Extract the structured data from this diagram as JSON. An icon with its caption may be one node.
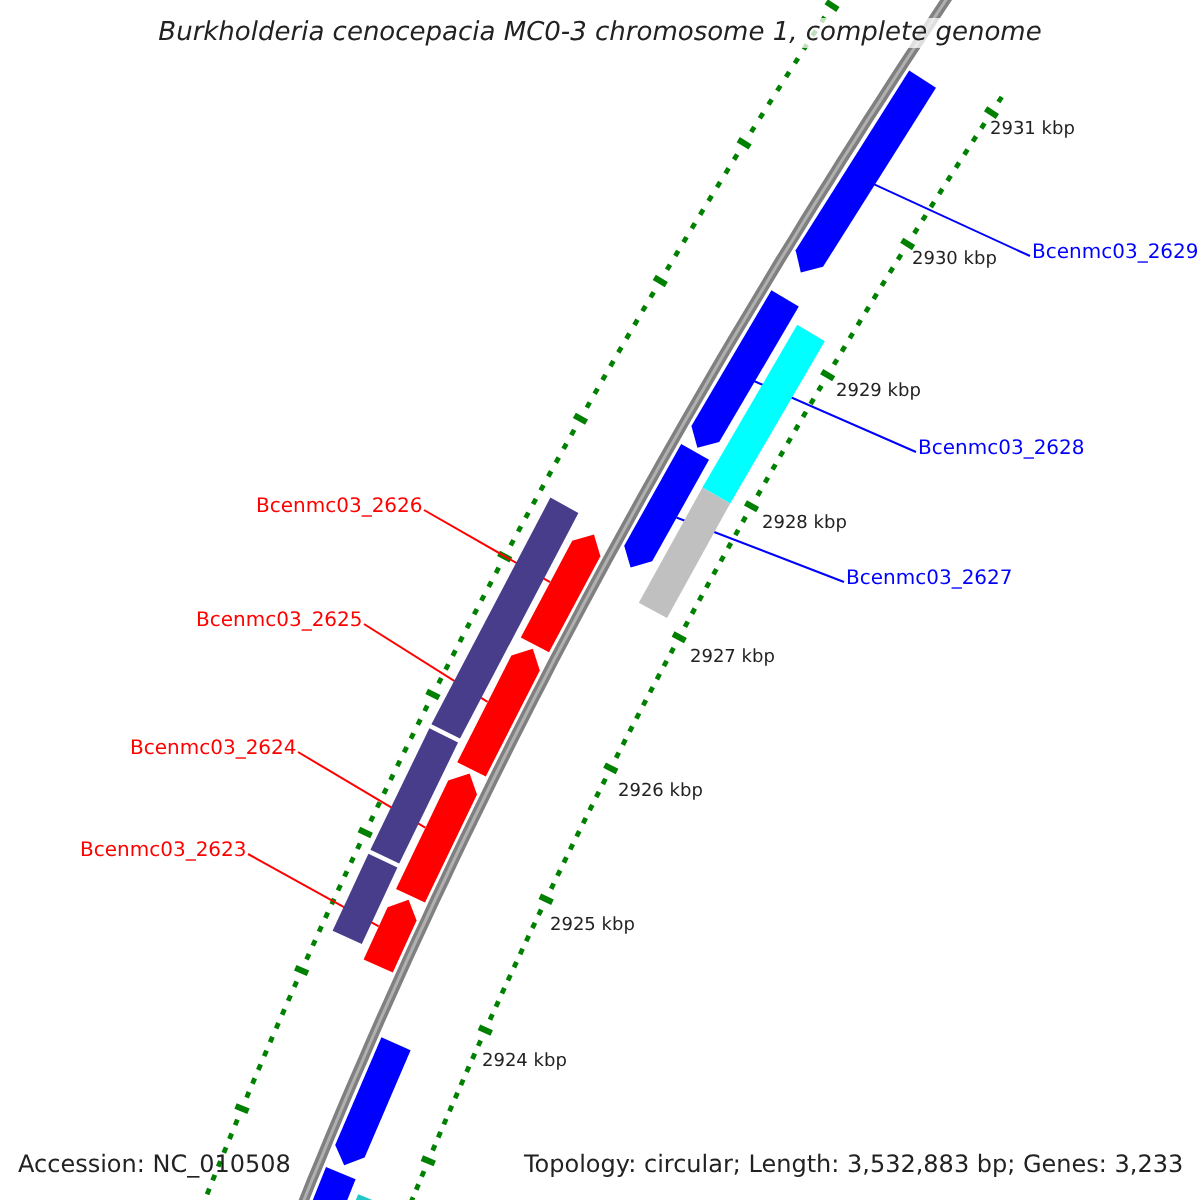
{
  "diagram": {
    "title": "Burkholderia cenocepacia MC0-3 chromosome 1, complete genome",
    "nodes": [
      {
        "text": [
          "Bcenmc03_2629"
        ]
      },
      {
        "text": [
          "Bcenmc03_2628"
        ]
      },
      {
        "text": [
          "Bcenmc03_2626"
        ]
      },
      {
        "text": [
          "Bcenmc03_2627"
        ]
      },
      {
        "text": [
          "Bcenmc03_2625"
        ]
      },
      {
        "text": [
          "Bcenmc03_2624"
        ]
      },
      {
        "text": [
          "Bcenmc03_2623"
        ]
      },
      {
        "text": [],
        "shape": "bar"
      },
      {
        "text": [],
        "shape": "bar"
      },
      {
        "text": [],
        "shape": "bar"
      },
      {
        "text": [],
        "shape": "bar"
      },
      {
        "text": [],
        "shape": "bar"
      },
      {
        "text": [],
        "shape": "bar"
      },
      {
        "text": [],
        "shape": "bar"
      },
      {
        "text": [],
        "shape": "bar"
      },
      {
        "text": [],
        "shape": "bar"
      },
      {
        "text": [],
        "shape": "bar"
      },
      {
        "text": [],
        "shape": "bar"
      },
      {
        "text": [],
        "shape": "bar"
      },
      {
        "text": [],
        "shape": "bar"
      },
      {
        "text": [],
        "shape": "bar"
      },
      {
        "text": [],
        "shape": "bar"
      }
    ],
    "edges": [
      {
        "from": 0,
        "to": 7,
        "arrow": "none",
        "color": "#0000ff"
      },
      {
        "from": 1,
        "to": 8,
        "arrow": "none",
        "color": "#0000ff"
      },
      {
        "from": 2,
        "to": 10,
        "arrow": "none",
        "color": "#ff0000"
      },
      {
        "from": 3,
        "to": 9,
        "arrow": "none",
        "color": "#0000ff"
      },
      {
        "from": 4,
        "to": 11,
        "arrow": "none",
        "color": "#ff0000"
      },
      {
        "from": 5,
        "to": 12,
        "arrow": "none",
        "color": "#ff0000"
      },
      {
        "from": 6,
        "to": 13,
        "arrow": "none",
        "color": "#ff0000"
      }
    ],
    "labels": [
      "2931 kbp",
      "2930 kbp",
      "2929 kbp",
      "2928 kbp",
      "2927 kbp",
      "2926 kbp",
      "2925 kbp",
      "2924 kbp",
      "Accession: NC_010508",
      "Topology: circular; Length: 3,532,883 bp; Genes: 3,233"
    ]
  }
}
